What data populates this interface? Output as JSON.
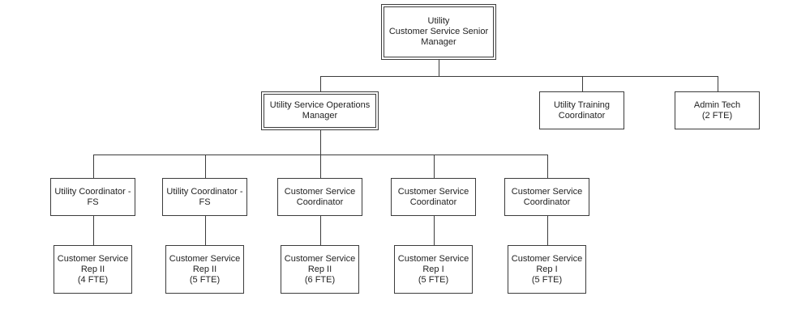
{
  "page": {
    "background": "#ffffff"
  },
  "chart": {
    "type": "org-chart",
    "colors": {
      "line": "#3c3c3c",
      "text": "#1f1f1f",
      "background": "#ffffff"
    },
    "nodes": [
      {
        "id": "senior-manager",
        "border": "double",
        "lines": [
          "Utility",
          "Customer Service Senior",
          "Manager"
        ]
      },
      {
        "id": "ops-manager",
        "border": "double",
        "lines": [
          "Utility Service Operations",
          "Manager"
        ]
      },
      {
        "id": "training-coordinator",
        "border": "single",
        "lines": [
          "Utility Training",
          "Coordinator"
        ]
      },
      {
        "id": "admin-tech",
        "border": "single",
        "lines": [
          "Admin Tech",
          "(2 FTE)"
        ]
      },
      {
        "id": "utility-coordinator-fs-1",
        "border": "single",
        "lines": [
          "Utility Coordinator -",
          "FS"
        ]
      },
      {
        "id": "utility-coordinator-fs-2",
        "border": "single",
        "lines": [
          "Utility Coordinator -",
          "FS"
        ]
      },
      {
        "id": "cs-coordinator-1",
        "border": "single",
        "lines": [
          "Customer Service",
          "Coordinator"
        ]
      },
      {
        "id": "cs-coordinator-2",
        "border": "single",
        "lines": [
          "Customer Service",
          "Coordinator"
        ]
      },
      {
        "id": "cs-coordinator-3",
        "border": "single",
        "lines": [
          "Customer Service",
          "Coordinator"
        ]
      },
      {
        "id": "cs-rep-ii-1",
        "border": "single",
        "lines": [
          "Customer Service",
          "Rep II",
          "(4 FTE)"
        ]
      },
      {
        "id": "cs-rep-ii-2",
        "border": "single",
        "lines": [
          "Customer Service",
          "Rep II",
          "(5 FTE)"
        ]
      },
      {
        "id": "cs-rep-ii-3",
        "border": "single",
        "lines": [
          "Customer Service",
          "Rep II",
          "(6 FTE)"
        ]
      },
      {
        "id": "cs-rep-i-1",
        "border": "single",
        "lines": [
          "Customer Service",
          "Rep I",
          "(5 FTE)"
        ]
      },
      {
        "id": "cs-rep-i-2",
        "border": "single",
        "lines": [
          "Customer Service",
          "Rep I",
          "(5 FTE)"
        ]
      }
    ],
    "edges": [
      {
        "from": "senior-manager",
        "to": "ops-manager"
      },
      {
        "from": "senior-manager",
        "to": "training-coordinator"
      },
      {
        "from": "senior-manager",
        "to": "admin-tech"
      },
      {
        "from": "ops-manager",
        "to": "utility-coordinator-fs-1"
      },
      {
        "from": "ops-manager",
        "to": "utility-coordinator-fs-2"
      },
      {
        "from": "ops-manager",
        "to": "cs-coordinator-1"
      },
      {
        "from": "ops-manager",
        "to": "cs-coordinator-2"
      },
      {
        "from": "ops-manager",
        "to": "cs-coordinator-3"
      },
      {
        "from": "utility-coordinator-fs-1",
        "to": "cs-rep-ii-1"
      },
      {
        "from": "utility-coordinator-fs-2",
        "to": "cs-rep-ii-2"
      },
      {
        "from": "cs-coordinator-1",
        "to": "cs-rep-ii-3"
      },
      {
        "from": "cs-coordinator-2",
        "to": "cs-rep-i-1"
      },
      {
        "from": "cs-coordinator-3",
        "to": "cs-rep-i-2"
      }
    ]
  }
}
